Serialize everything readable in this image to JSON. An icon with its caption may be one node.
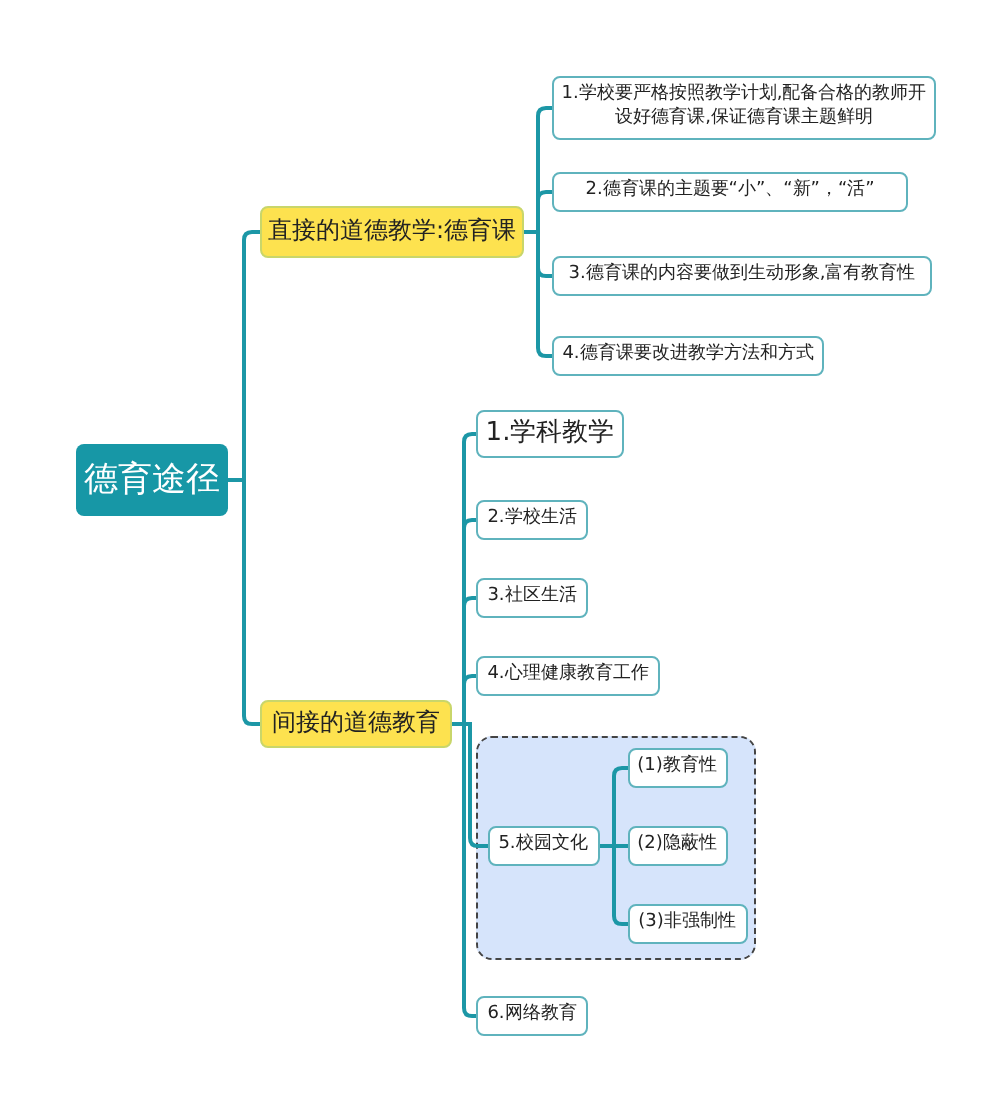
{
  "diagram": {
    "nodes": [
      {
        "text": [
          "德育途径"
        ]
      },
      {
        "text": [
          "直接的道德教学:德育课"
        ]
      },
      {
        "text": [
          "1.学校要严格按照教学计划,配备合格的教师开设好德育课,保证德育课主题鲜明"
        ]
      },
      {
        "text": [
          "2.德育课的主题要“小”、“新”，“活”"
        ]
      },
      {
        "text": [
          "3.德育课的内容要做到生动形象,富有教育性"
        ]
      },
      {
        "text": [
          "4.德育课要改进教学方法和方式"
        ]
      },
      {
        "text": [
          "间接的道德教育"
        ]
      },
      {
        "text": [
          "1.学科教学"
        ]
      },
      {
        "text": [
          "2.学校生活"
        ]
      },
      {
        "text": [
          "3.社区生活"
        ]
      },
      {
        "text": [
          "4.心理健康教育工作"
        ]
      },
      {
        "text": [],
        "shape": "box"
      },
      {
        "text": [
          "5.校园文化"
        ],
        "in": 11
      },
      {
        "text": [
          "(1)教育性"
        ],
        "in": 11
      },
      {
        "text": [
          "(2)隐蔽性"
        ],
        "in": 11
      },
      {
        "text": [
          "(3)非强制性"
        ],
        "in": 11
      },
      {
        "text": [
          "6.网络教育"
        ]
      }
    ],
    "edges": [
      {
        "from": 0,
        "to": 1,
        "arrow": "none"
      },
      {
        "from": 0,
        "to": 6,
        "arrow": "none"
      },
      {
        "from": 1,
        "to": 2,
        "arrow": "none"
      },
      {
        "from": 1,
        "to": 3,
        "arrow": "none"
      },
      {
        "from": 1,
        "to": 4,
        "arrow": "none"
      },
      {
        "from": 1,
        "to": 5,
        "arrow": "none"
      },
      {
        "from": 6,
        "to": 7,
        "arrow": "none"
      },
      {
        "from": 6,
        "to": 8,
        "arrow": "none"
      },
      {
        "from": 6,
        "to": 9,
        "arrow": "none"
      },
      {
        "from": 6,
        "to": 10,
        "arrow": "none"
      },
      {
        "from": 6,
        "to": 12,
        "arrow": "none"
      },
      {
        "from": 6,
        "to": 16,
        "arrow": "none"
      },
      {
        "from": 12,
        "to": 13,
        "arrow": "none"
      },
      {
        "from": 12,
        "to": 14,
        "arrow": "none"
      },
      {
        "from": 12,
        "to": 15,
        "arrow": "none"
      }
    ]
  }
}
